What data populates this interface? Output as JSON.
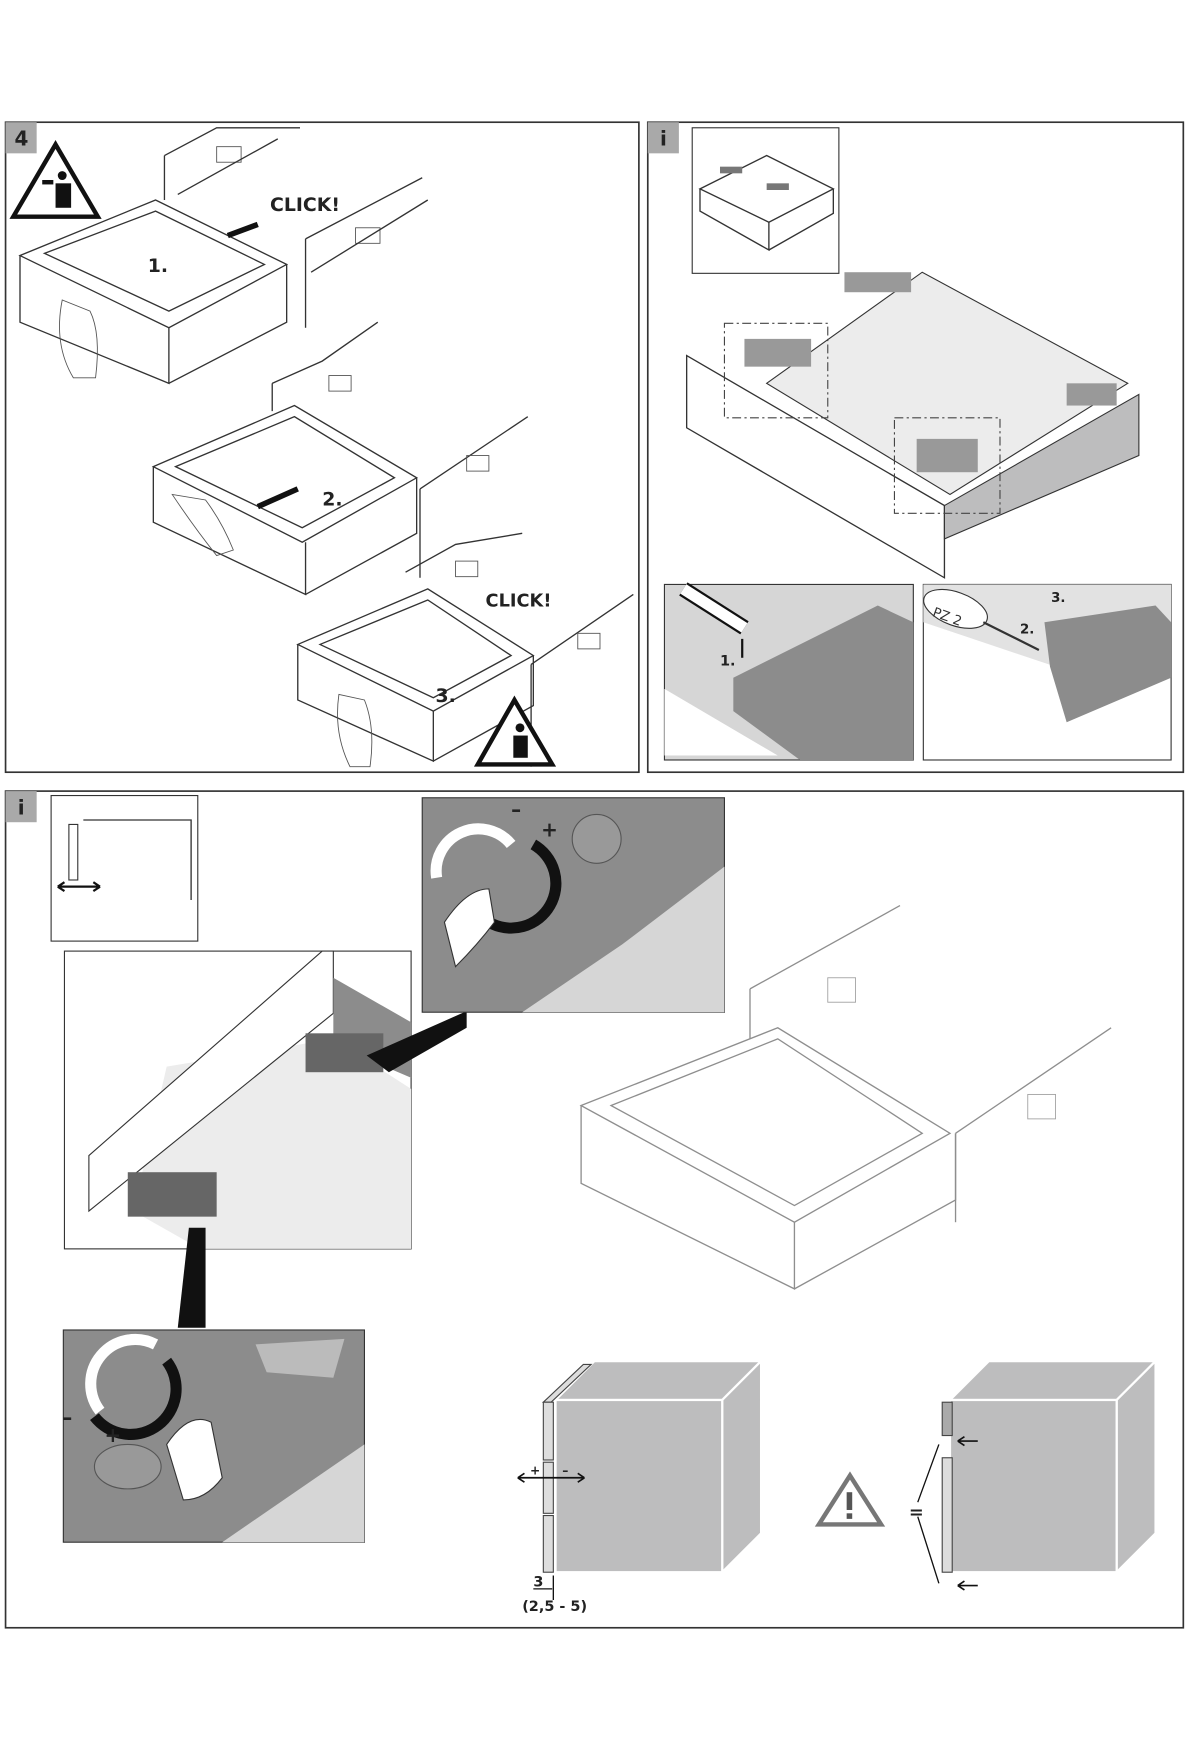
{
  "panels": {
    "step4": {
      "badge": "4",
      "click_1": "CLICK!",
      "click_2": "CLICK!",
      "step_1": "1.",
      "step_2": "2.",
      "step_3": "3."
    },
    "info_top": {
      "badge": "i",
      "step_1": "1.",
      "step_2": "2.",
      "step_3": "3.",
      "screwdriver": "PZ 2"
    },
    "info_bottom": {
      "badge": "i",
      "minus_top": "–",
      "plus_top": "+",
      "minus_bottom": "–",
      "plus_bottom": "+",
      "dim_plus": "+",
      "dim_minus": "–",
      "gap_value": "3",
      "gap_range": "(2,5 - 5)",
      "equal_sign": "="
    }
  },
  "colors": {
    "badge_bg": "#a9a9a9",
    "cabinet_grey": "#bdbdbe",
    "detail_grey": "#8c8c8c"
  }
}
